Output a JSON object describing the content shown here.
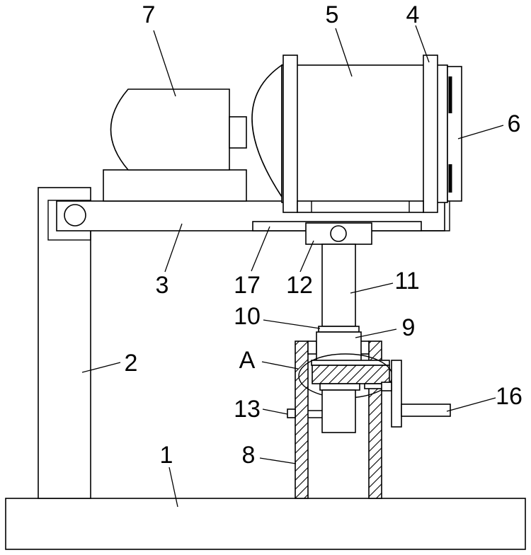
{
  "diagram": {
    "type": "mechanical-line-drawing",
    "line_color": "#000000",
    "background": "#ffffff",
    "labels": [
      {
        "id": "label-7",
        "text": "7"
      },
      {
        "id": "label-5",
        "text": "5"
      },
      {
        "id": "label-4",
        "text": "4"
      },
      {
        "id": "label-6",
        "text": "6"
      },
      {
        "id": "label-3",
        "text": "3"
      },
      {
        "id": "label-17",
        "text": "17"
      },
      {
        "id": "label-12",
        "text": "12"
      },
      {
        "id": "label-11",
        "text": "11"
      },
      {
        "id": "label-10",
        "text": "10"
      },
      {
        "id": "label-9",
        "text": "9"
      },
      {
        "id": "label-A",
        "text": "A"
      },
      {
        "id": "label-2",
        "text": "2"
      },
      {
        "id": "label-13",
        "text": "13"
      },
      {
        "id": "label-16",
        "text": "16"
      },
      {
        "id": "label-8",
        "text": "8"
      },
      {
        "id": "label-1",
        "text": "1"
      }
    ]
  }
}
